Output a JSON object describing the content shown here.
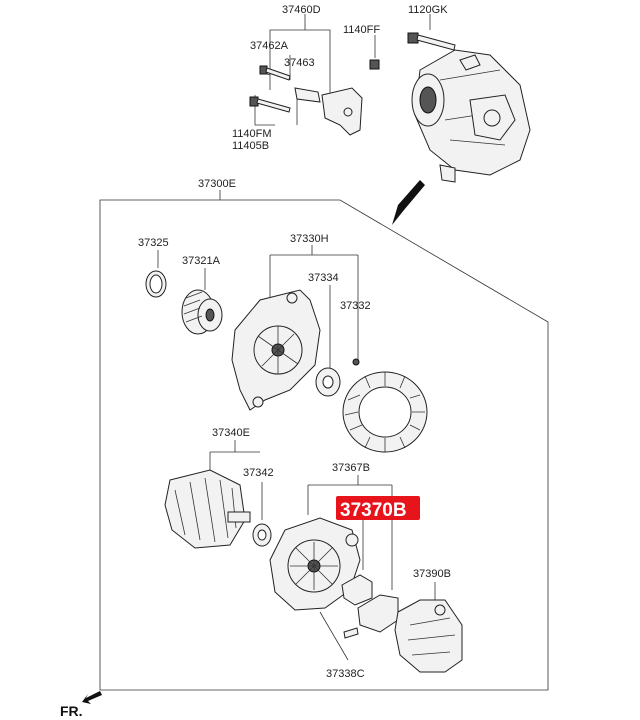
{
  "diagram": {
    "labels": {
      "p37460D": "37460D",
      "p1120GK": "1120GK",
      "p37462A": "37462A",
      "p1140FF": "1140FF",
      "p37463": "37463",
      "p1140FM": "1140FM",
      "p11405B": "11405B",
      "p37300E": "37300E",
      "p37325": "37325",
      "p37330H": "37330H",
      "p37321A": "37321A",
      "p37334": "37334",
      "p37332": "37332",
      "p37340E": "37340E",
      "p37342": "37342",
      "p37367B": "37367B",
      "p37370B": "37370B",
      "p37390B": "37390B",
      "p37338C": "37338C"
    },
    "direction_label": "FR.",
    "highlight_color": "#e8141c"
  }
}
